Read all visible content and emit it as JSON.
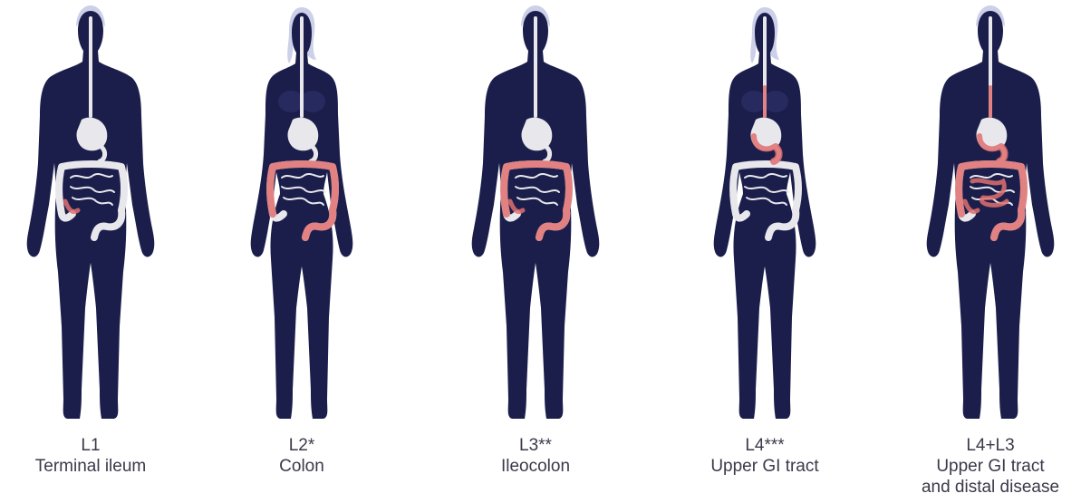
{
  "colors": {
    "body": "#1b1e4b",
    "hair": "#c7cbe6",
    "tract": "#e7e7ec",
    "intestine_lines": "#1b1e4b",
    "inflamed": "#e07070"
  },
  "figures": [
    {
      "id": "l1",
      "sex": "male",
      "code": "L1",
      "lines": [
        "Terminal ileum"
      ],
      "inflamed": [
        "terminal-ileum"
      ]
    },
    {
      "id": "l2",
      "sex": "female",
      "code": "L2*",
      "lines": [
        "Colon"
      ],
      "inflamed": [
        "transverse-colon",
        "ascending-colon",
        "descending-colon",
        "sigmoid"
      ]
    },
    {
      "id": "l3",
      "sex": "male",
      "code": "L3**",
      "lines": [
        "Ileocolon"
      ],
      "inflamed": [
        "terminal-ileum",
        "transverse-colon",
        "ascending-colon",
        "descending-colon",
        "sigmoid"
      ]
    },
    {
      "id": "l4",
      "sex": "female",
      "code": "L4***",
      "lines": [
        "Upper GI tract"
      ],
      "inflamed": [
        "esophagus",
        "stomach",
        "duodenum"
      ]
    },
    {
      "id": "l4l3",
      "sex": "male",
      "code": "L4+L3",
      "lines": [
        "Upper GI tract",
        "and distal disease"
      ],
      "inflamed": [
        "esophagus",
        "stomach",
        "duodenum",
        "terminal-ileum",
        "transverse-colon",
        "ascending-colon",
        "descending-colon",
        "sigmoid",
        "small-bowel"
      ]
    }
  ]
}
